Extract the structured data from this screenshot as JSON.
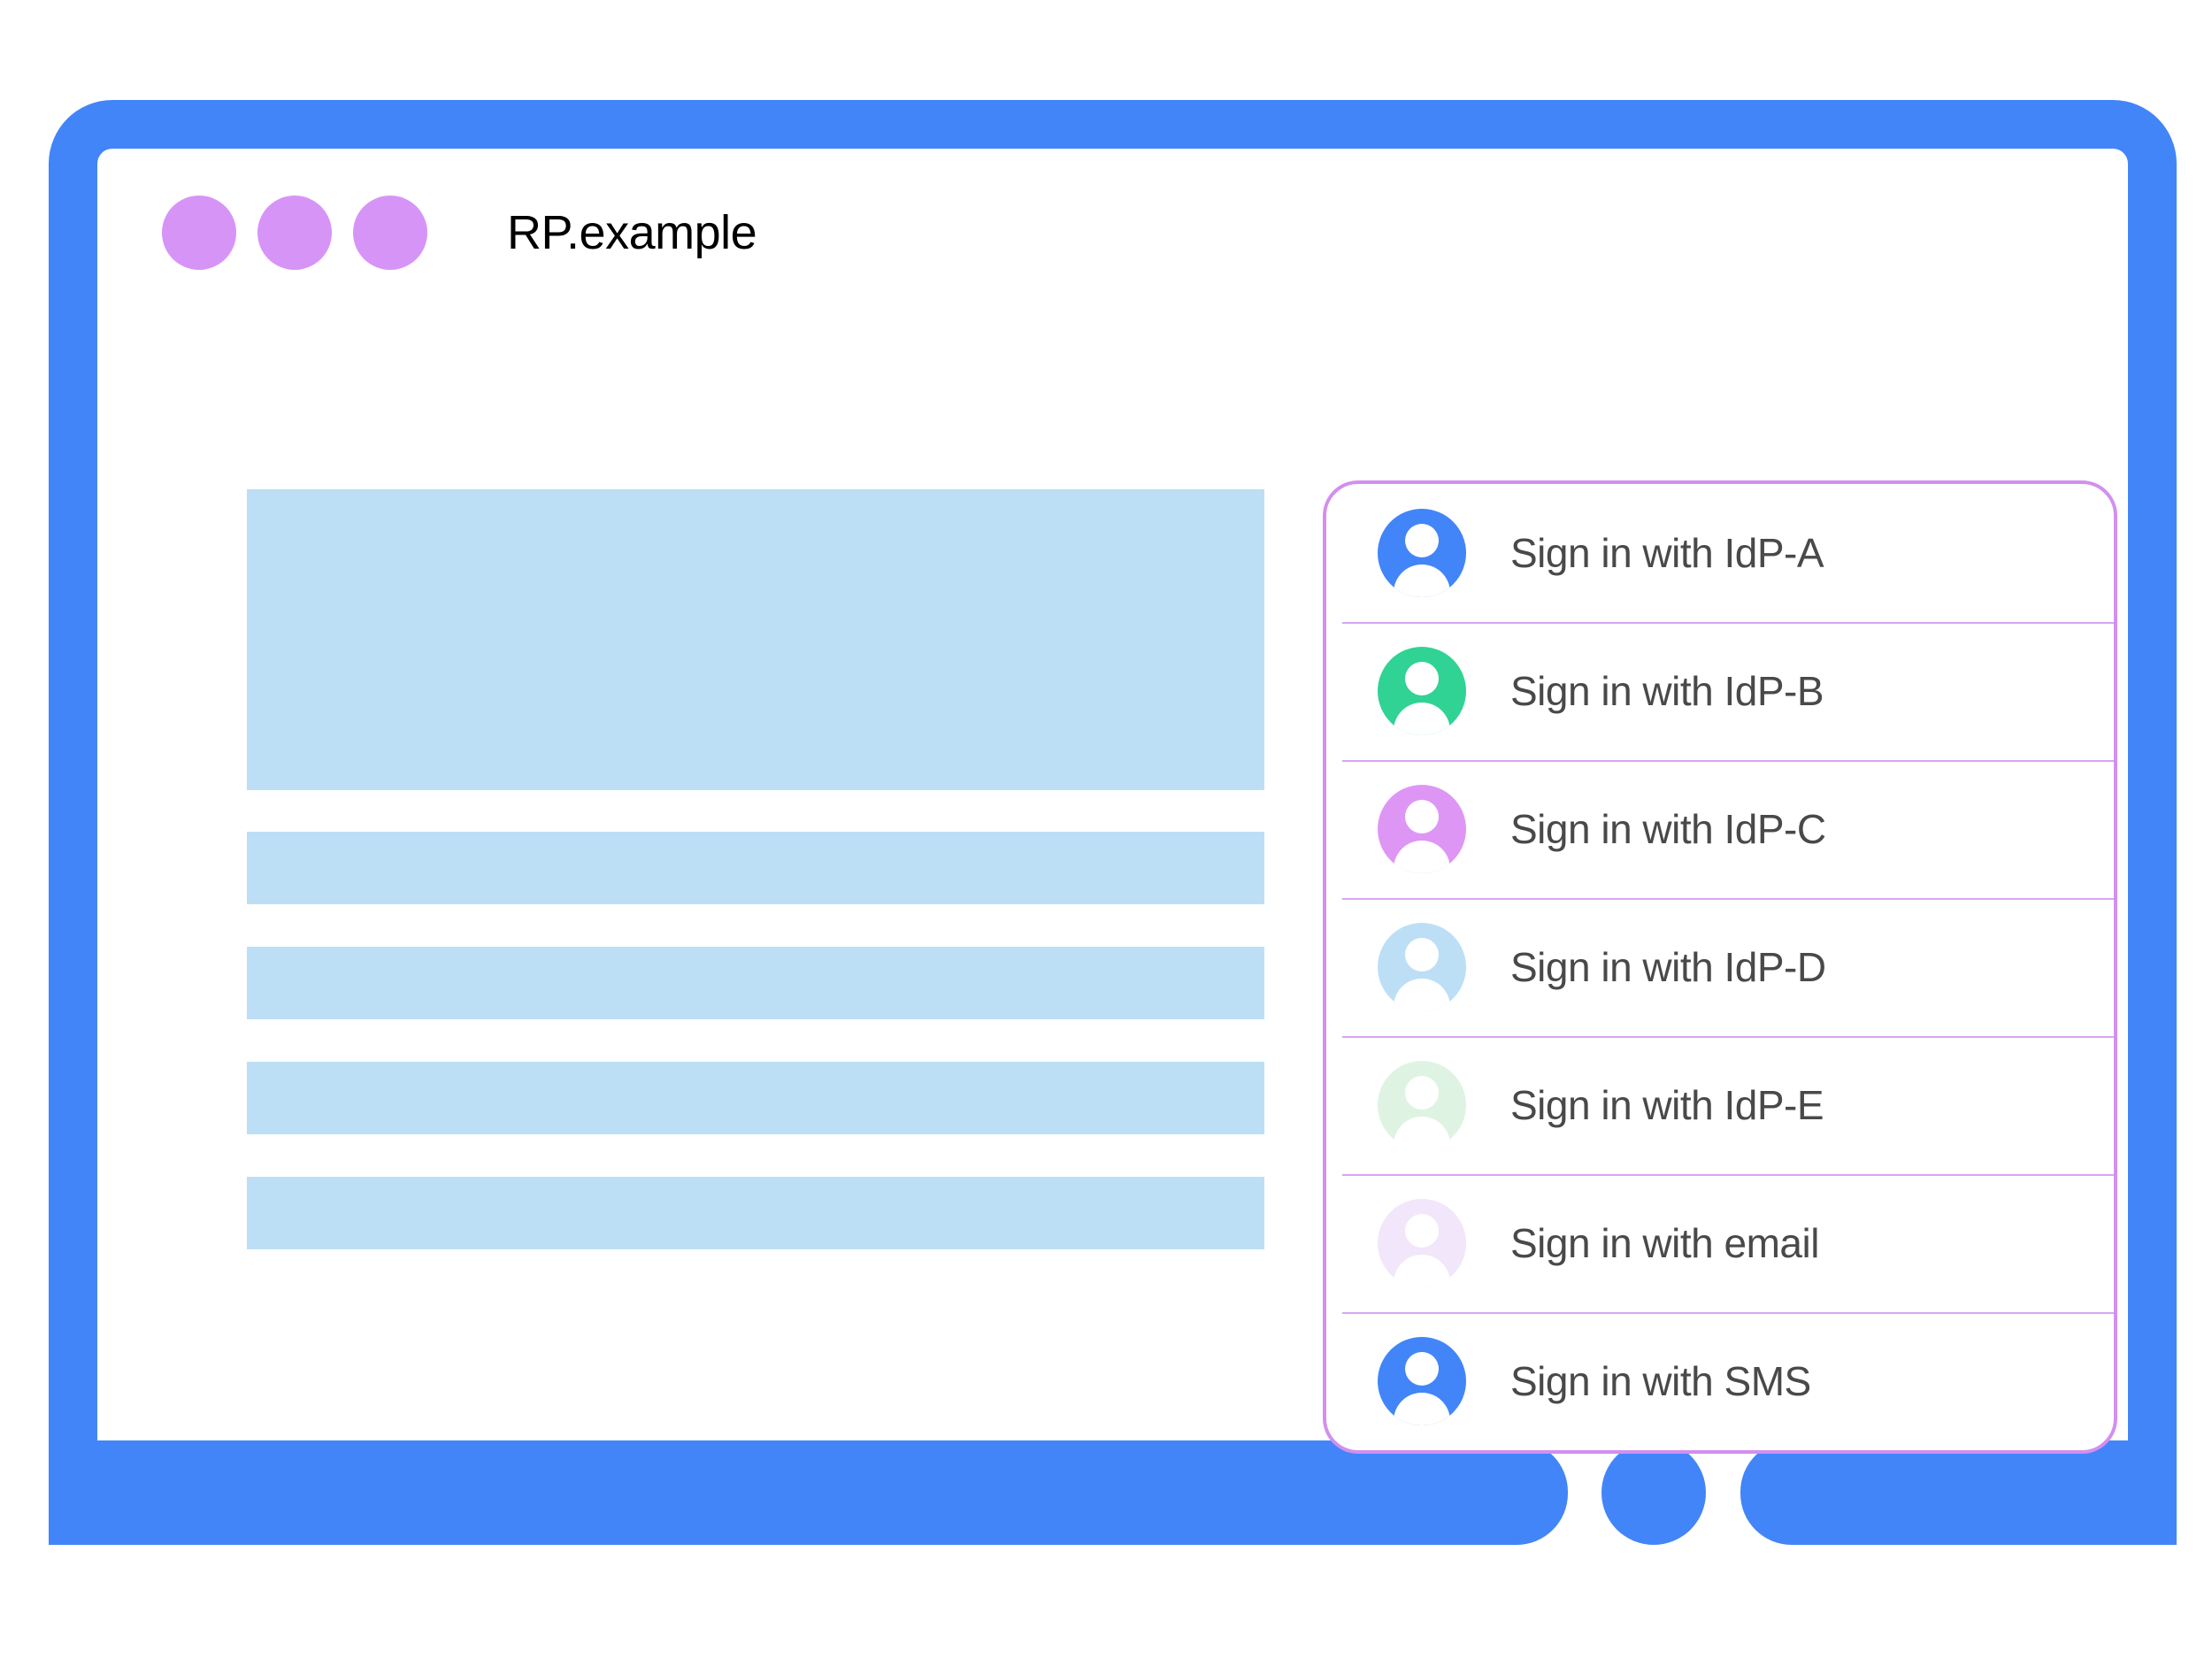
{
  "window": {
    "title": "RP.example",
    "traffic_lights": [
      {
        "name": "window-dot-1",
        "color": "#D794F7"
      },
      {
        "name": "window-dot-2",
        "color": "#D794F7"
      },
      {
        "name": "window-dot-3",
        "color": "#D794F7"
      }
    ]
  },
  "theme": {
    "frame_blue": "#4285F8",
    "accent_purple": "#D794F7",
    "dialog_border": "#D28FEF",
    "separator": "#D9A5F2",
    "placeholder_blue": "#BCDFF5",
    "label_text": "#494949"
  },
  "content": {
    "placeholders": [
      {
        "name": "content-hero-placeholder",
        "type": "hero"
      },
      {
        "name": "content-line-placeholder-1",
        "type": "bar"
      },
      {
        "name": "content-line-placeholder-2",
        "type": "bar"
      },
      {
        "name": "content-line-placeholder-3",
        "type": "bar"
      },
      {
        "name": "content-line-placeholder-4",
        "type": "bar"
      }
    ]
  },
  "account_chooser": {
    "accounts": [
      {
        "label": "Sign in with IdP-A",
        "avatar_color": "#4285F8",
        "icon": "person-avatar-icon"
      },
      {
        "label": "Sign in with IdP-B",
        "avatar_color": "#30D394",
        "icon": "person-avatar-icon"
      },
      {
        "label": "Sign in with IdP-C",
        "avatar_color": "#DE96F5",
        "icon": "person-avatar-icon"
      },
      {
        "label": "Sign in with IdP-D",
        "avatar_color": "#BDDFF5",
        "icon": "person-avatar-icon"
      },
      {
        "label": "Sign in with IdP-E",
        "avatar_color": "#DFF3E2",
        "icon": "person-avatar-icon"
      },
      {
        "label": "Sign in with email",
        "avatar_color": "#F2E6FA",
        "icon": "person-avatar-icon"
      },
      {
        "label": "Sign in with SMS",
        "avatar_color": "#4285F8",
        "icon": "person-avatar-icon"
      }
    ]
  }
}
